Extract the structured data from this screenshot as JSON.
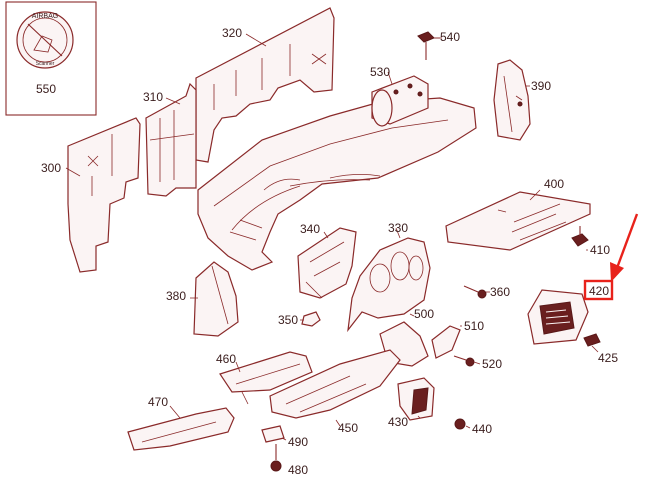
{
  "diagram": {
    "callouts": [
      {
        "id": "c320",
        "label": "320"
      },
      {
        "id": "c310",
        "label": "310"
      },
      {
        "id": "c300",
        "label": "300"
      },
      {
        "id": "c540",
        "label": "540"
      },
      {
        "id": "c530",
        "label": "530"
      },
      {
        "id": "c390",
        "label": "390"
      },
      {
        "id": "c550",
        "label": "550"
      },
      {
        "id": "c400",
        "label": "400"
      },
      {
        "id": "c410",
        "label": "410"
      },
      {
        "id": "c340",
        "label": "340"
      },
      {
        "id": "c330",
        "label": "330"
      },
      {
        "id": "c360",
        "label": "360"
      },
      {
        "id": "c380",
        "label": "380"
      },
      {
        "id": "c350",
        "label": "350"
      },
      {
        "id": "c500",
        "label": "500"
      },
      {
        "id": "c510",
        "label": "510"
      },
      {
        "id": "c420",
        "label": "420"
      },
      {
        "id": "c425",
        "label": "425"
      },
      {
        "id": "c460",
        "label": "460"
      },
      {
        "id": "c520",
        "label": "520"
      },
      {
        "id": "c470",
        "label": "470"
      },
      {
        "id": "c430",
        "label": "430"
      },
      {
        "id": "c440",
        "label": "440"
      },
      {
        "id": "c490",
        "label": "490"
      },
      {
        "id": "c450",
        "label": "450"
      },
      {
        "id": "c480",
        "label": "480"
      }
    ],
    "badge": {
      "top_text": "AIRBAG",
      "bottom_text": "Scanner"
    },
    "highlight": {
      "target": "420",
      "color": "#e8221b"
    },
    "colors": {
      "line": "#8a2a2a",
      "label": "#3a1d1d",
      "fill": "#fbf4f4"
    }
  }
}
